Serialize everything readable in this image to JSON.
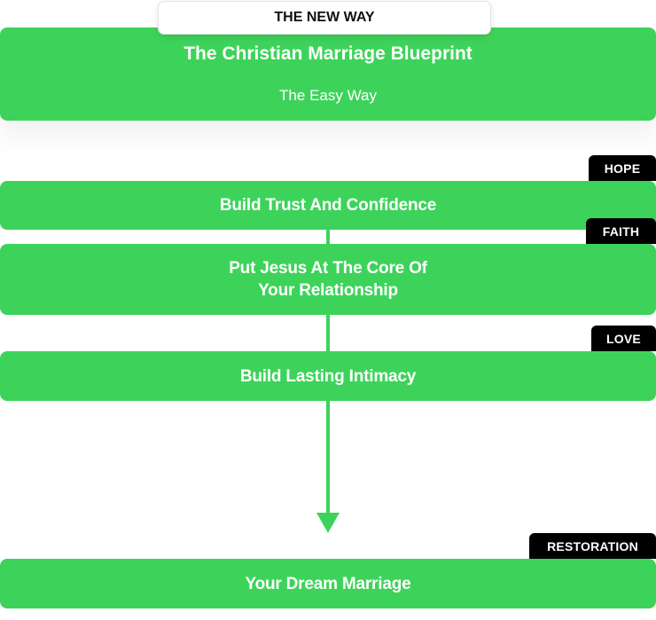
{
  "header": {
    "tab_label": "THE NEW WAY",
    "title": "The Christian Marriage Blueprint",
    "subtitle": "The Easy Way"
  },
  "steps": [
    {
      "tag": "HOPE",
      "label": "Build Trust And Confidence"
    },
    {
      "tag": "FAITH",
      "label_line1": "Put Jesus At The Core Of",
      "label_line2": "Your Relationship"
    },
    {
      "tag": "LOVE",
      "label": "Build Lasting Intimacy"
    },
    {
      "tag": "RESTORATION",
      "label": "Your Dream Marriage"
    }
  ],
  "colors": {
    "block_green": "#3dd35a",
    "tag_black": "#000000",
    "text_white": "#ffffff"
  }
}
